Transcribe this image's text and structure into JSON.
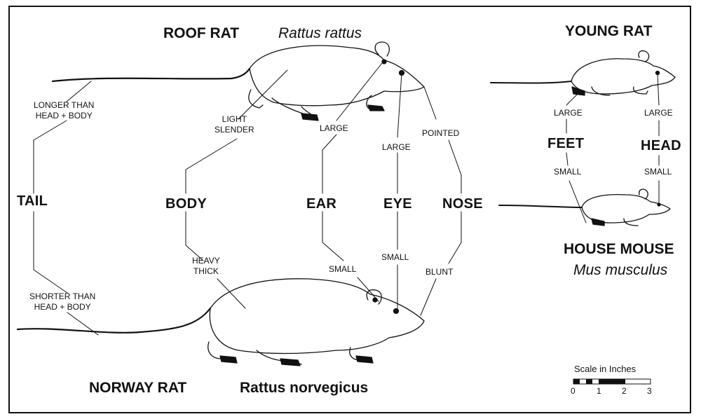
{
  "species": {
    "roof_rat": {
      "common": "ROOF RAT",
      "scientific": "Rattus rattus"
    },
    "norway_rat": {
      "common": "NORWAY RAT",
      "scientific": "Rattus norvegicus"
    },
    "young_rat": {
      "common": "YOUNG RAT"
    },
    "house_mouse": {
      "common": "HOUSE MOUSE",
      "scientific": "Mus musculus"
    }
  },
  "features": {
    "tail": {
      "name": "TAIL",
      "roof": "LONGER THAN\nHEAD + BODY",
      "norway": "SHORTER THAN\nHEAD + BODY"
    },
    "body": {
      "name": "BODY",
      "roof": "LIGHT\nSLENDER",
      "norway": "HEAVY\nTHICK"
    },
    "ear": {
      "name": "EAR",
      "roof": "LARGE",
      "norway": "SMALL"
    },
    "eye": {
      "name": "EYE",
      "roof": "LARGE",
      "norway": "SMALL"
    },
    "nose": {
      "name": "NOSE",
      "roof": "POINTED",
      "norway": "BLUNT"
    },
    "feet": {
      "name": "FEET",
      "young": "LARGE",
      "mouse": "SMALL"
    },
    "head": {
      "name": "HEAD",
      "young": "LARGE",
      "mouse": "SMALL"
    }
  },
  "scale": {
    "title": "Scale in Inches",
    "ticks": [
      "0",
      "1",
      "2",
      "3"
    ]
  }
}
